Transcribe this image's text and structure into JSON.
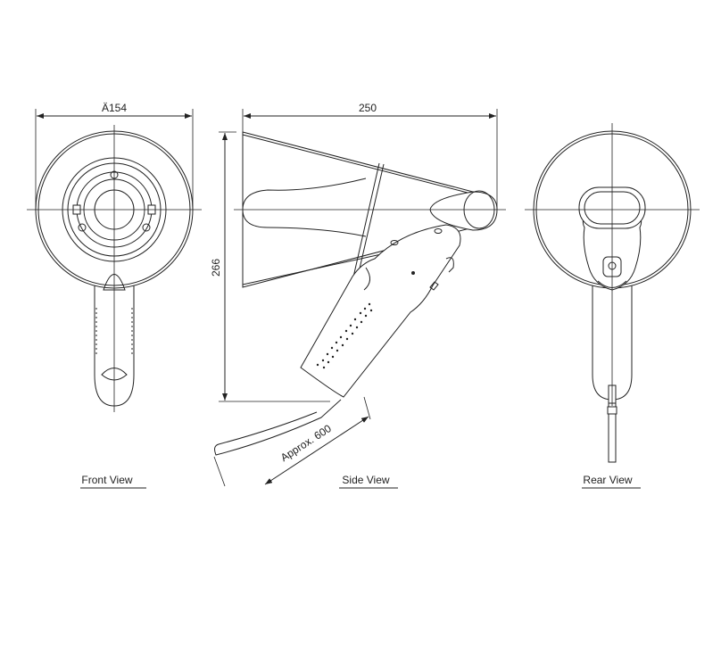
{
  "dimensions": {
    "diameter": "Ä154",
    "length": "250",
    "height": "266",
    "strap": "Approx. 600"
  },
  "views": {
    "front": "Front View",
    "side": "Side View",
    "rear": "Rear View"
  },
  "colors": {
    "line": "#222222",
    "background": "#ffffff"
  }
}
